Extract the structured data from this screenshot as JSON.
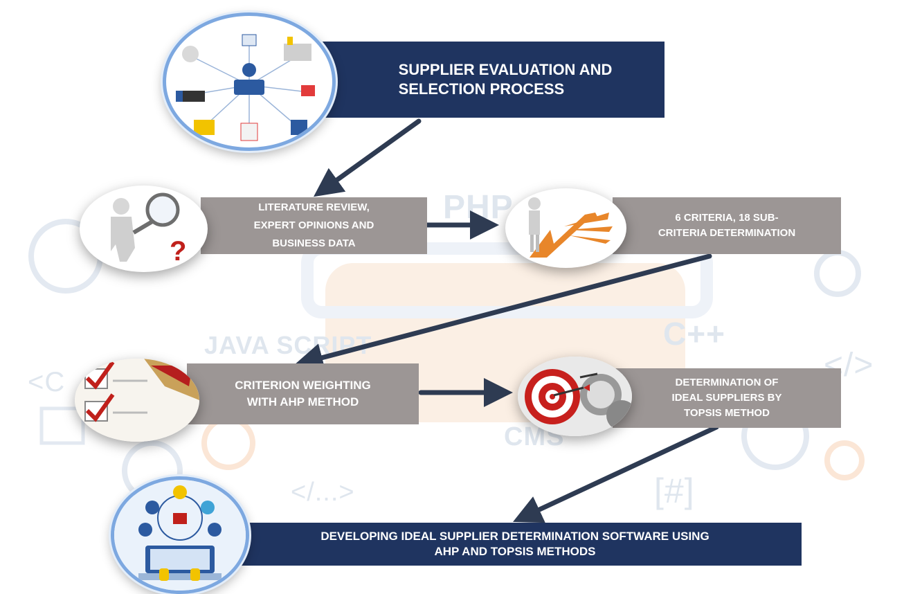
{
  "background": {
    "watermark_1": "PHP",
    "watermark_2": "JAVA SCRIPT",
    "watermark_3": "C++",
    "watermark_4": "CMS",
    "watermark_5": "</...>",
    "watermark_6": "[#]",
    "watermark_7": "</>",
    "watermark_8": "<C"
  },
  "steps": {
    "step1": {
      "text": "SUPPLIER EVALUATION AND\nSELECTION PROCESS",
      "icon": "supplier-network-icon"
    },
    "step2": {
      "text": "LITERATURE REVIEW,\nEXPERT OPINIONS AND\nBUSINESS DATA",
      "icon": "magnifier-question-icon"
    },
    "step3": {
      "text": "6 CRITERIA, 18 SUB-\nCRITERIA DETERMINATION",
      "icon": "person-crossroads-icon"
    },
    "step4": {
      "text": "CRITERION WEIGHTING\nWITH AHP METHOD",
      "icon": "checklist-icon"
    },
    "step5": {
      "text": "DETERMINATION OF\nIDEAL SUPPLIERS BY\nTOPSIS METHOD",
      "icon": "target-darts-icon"
    },
    "step6": {
      "text": "DEVELOPING IDEAL SUPPLIER DETERMINATION SOFTWARE USING\nAHP AND TOPSIS METHODS",
      "icon": "laptop-coding-icon"
    }
  },
  "colors": {
    "navy": "#1f3460",
    "gray": "#9c9695",
    "arrow": "#2e3b52"
  }
}
